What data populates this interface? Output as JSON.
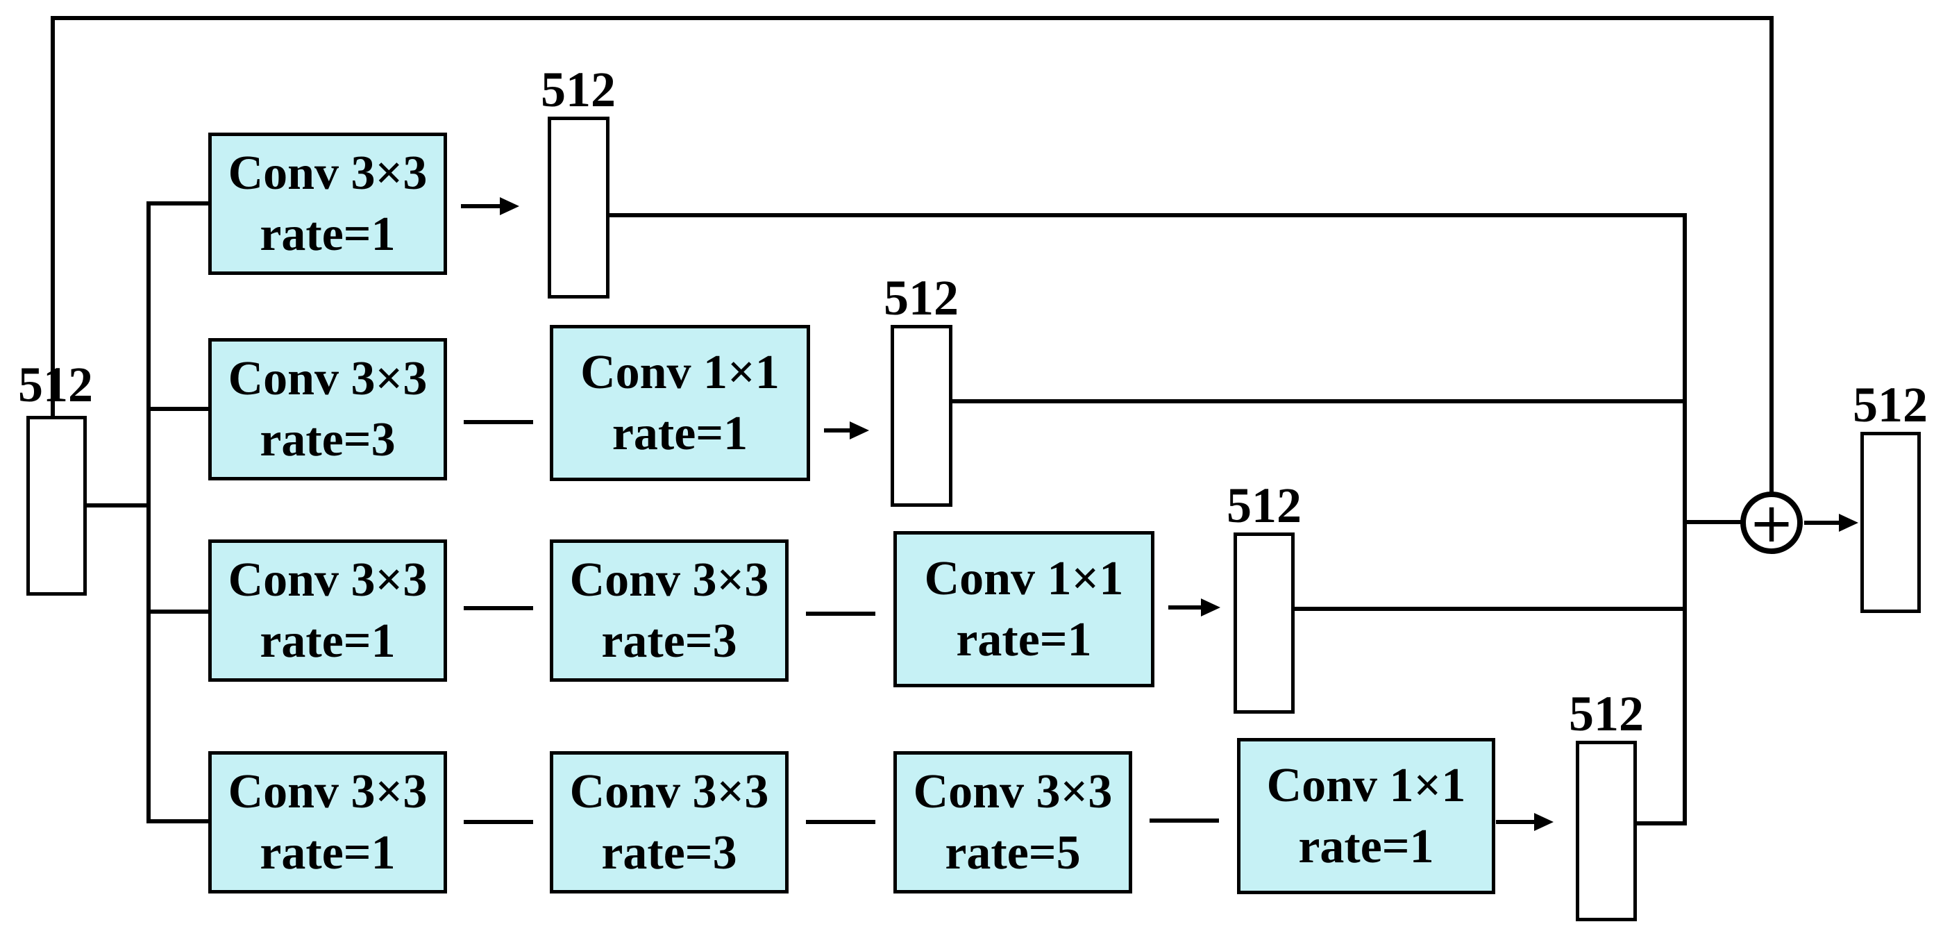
{
  "diagram": {
    "colors": {
      "box_fill": "#c6f1f5",
      "line": "#000000",
      "background": "#ffffff"
    },
    "input": {
      "label": "512"
    },
    "output": {
      "label": "512"
    },
    "sum": {
      "symbol": "+"
    },
    "rows": [
      {
        "bar_label": "512",
        "boxes": [
          {
            "line1": "Conv 3×3",
            "line2": "rate=1"
          }
        ]
      },
      {
        "bar_label": "512",
        "boxes": [
          {
            "line1": "Conv 3×3",
            "line2": "rate=3"
          },
          {
            "line1": "Conv 1×1",
            "line2": "rate=1"
          }
        ]
      },
      {
        "bar_label": "512",
        "boxes": [
          {
            "line1": "Conv 3×3",
            "line2": "rate=1"
          },
          {
            "line1": "Conv 3×3",
            "line2": "rate=3"
          },
          {
            "line1": "Conv 1×1",
            "line2": "rate=1"
          }
        ]
      },
      {
        "bar_label": "512",
        "boxes": [
          {
            "line1": "Conv 3×3",
            "line2": "rate=1"
          },
          {
            "line1": "Conv 3×3",
            "line2": "rate=3"
          },
          {
            "line1": "Conv 3×3",
            "line2": "rate=5"
          },
          {
            "line1": "Conv 1×1",
            "line2": "rate=1"
          }
        ]
      }
    ]
  }
}
